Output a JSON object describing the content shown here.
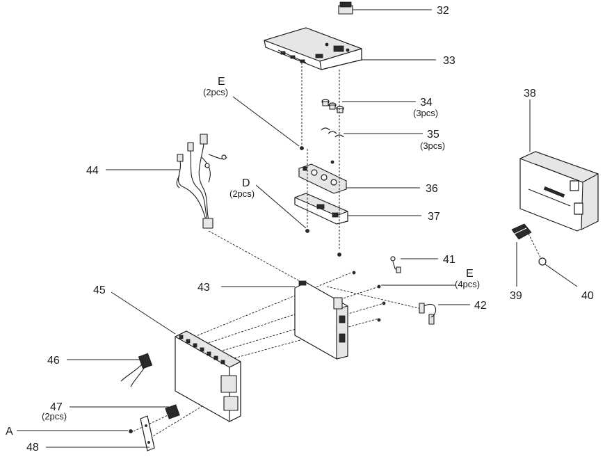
{
  "callouts": {
    "c32": "32",
    "c33": "33",
    "c34": "34",
    "c34_qty": "(3pcs)",
    "c35": "35",
    "c35_qty": "(3pcs)",
    "c36": "36",
    "c37": "37",
    "c38": "38",
    "c39": "39",
    "c40": "40",
    "c41": "41",
    "c42": "42",
    "c43": "43",
    "c44": "44",
    "c45": "45",
    "c46": "46",
    "c47": "47",
    "c47_qty": "(2pcs)",
    "c48": "48",
    "cA": "A",
    "cD": "D",
    "cD_qty": "(2pcs)",
    "cE_top": "E",
    "cE_top_qty": "(2pcs)",
    "cE_right": "E",
    "cE_right_qty": "(4pcs)"
  }
}
